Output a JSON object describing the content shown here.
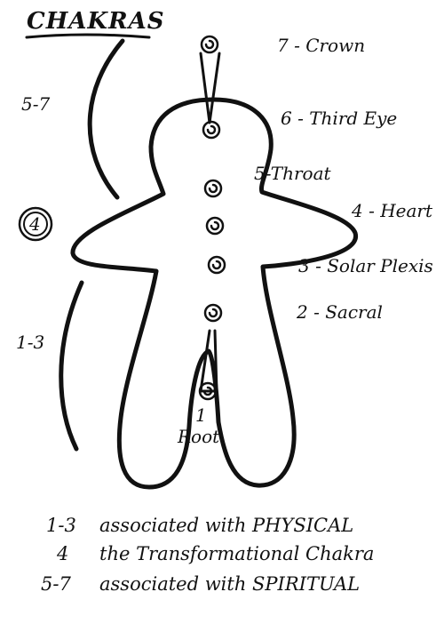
{
  "title": "CHAKRAS",
  "groups": {
    "upper": "5-7",
    "middle": "4",
    "lower": "1-3"
  },
  "chakras": [
    {
      "number": "7",
      "name": "7 - Crown"
    },
    {
      "number": "6",
      "name": "6 - Third Eye"
    },
    {
      "number": "5",
      "name": "5-Throat"
    },
    {
      "number": "4",
      "name": "4 - Heart"
    },
    {
      "number": "3",
      "name": "3 - Solar Plexis"
    },
    {
      "number": "2",
      "name": "2 - Sacral"
    },
    {
      "number": "1",
      "name": "Root"
    }
  ],
  "root_number": "1",
  "legend": [
    {
      "key": "1-3",
      "text": "associated with PHYSICAL"
    },
    {
      "key": "4",
      "text": "the Transformational Chakra"
    },
    {
      "key": "5-7",
      "text": "associated with SPIRITUAL"
    }
  ],
  "colors": {
    "ink": "#111111",
    "paper": "#ffffff"
  },
  "icons": {
    "chakra_marker": "spiral-icon"
  }
}
